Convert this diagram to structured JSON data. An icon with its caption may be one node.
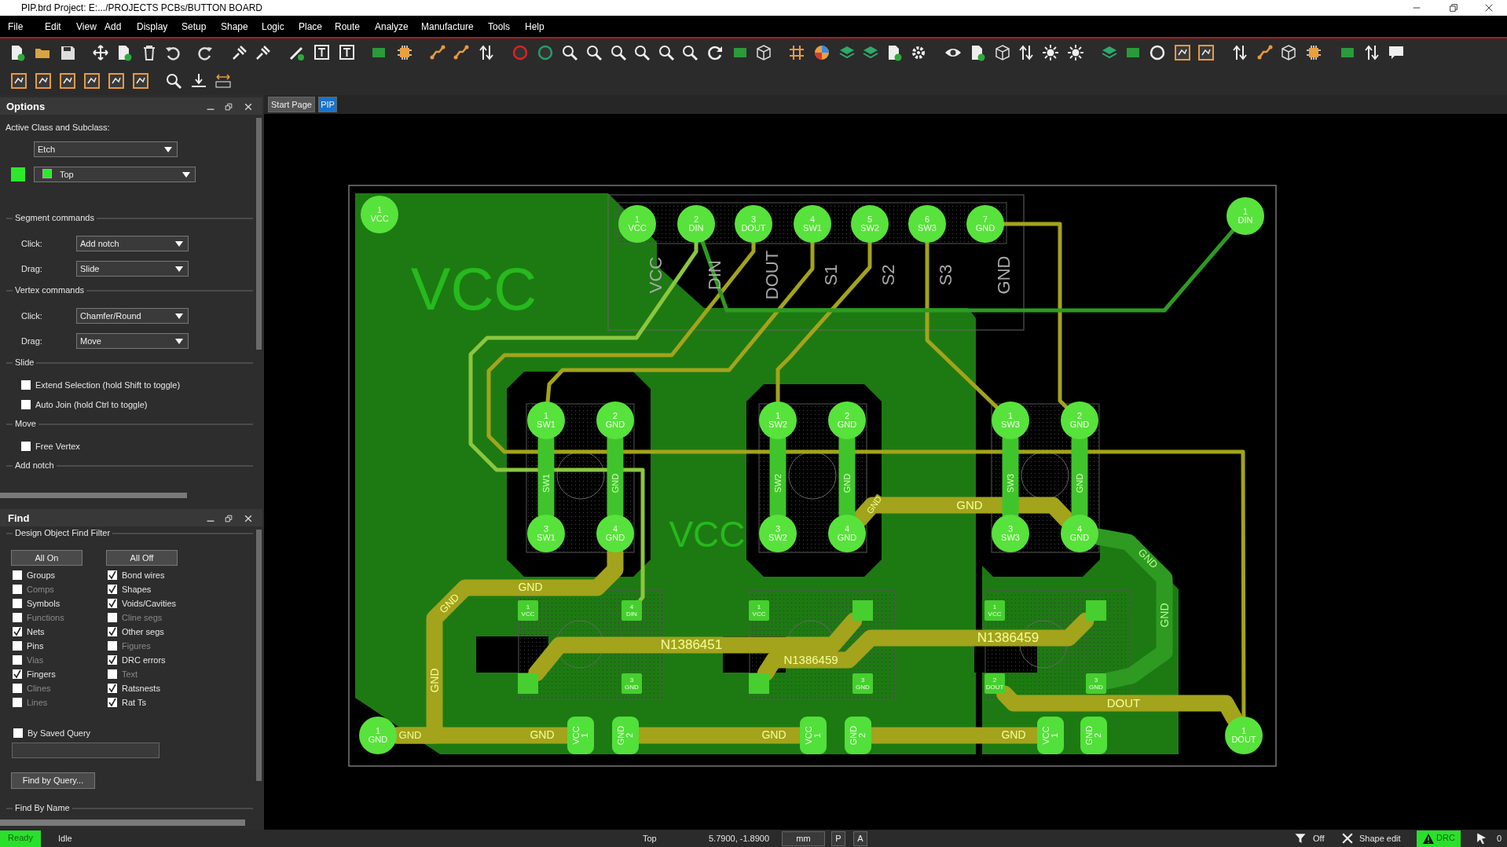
{
  "diagram": {
    "nodes": [
      {
        "text": [
          "1",
          "VCC"
        ]
      },
      {
        "text": [
          "2",
          "DIN"
        ]
      },
      {
        "text": [
          "3",
          "DOUT"
        ]
      },
      {
        "text": [
          "4",
          "SW1"
        ]
      },
      {
        "text": [
          "5",
          "SW2"
        ]
      },
      {
        "text": [
          "6",
          "SW3"
        ]
      },
      {
        "text": [
          "7",
          "GND"
        ]
      },
      {
        "text": [
          "1",
          "VCC"
        ]
      },
      {
        "text": [
          "1",
          "DIN"
        ]
      },
      {
        "text": [
          "1",
          "GND"
        ]
      },
      {
        "text": [
          "1",
          "DOUT"
        ]
      },
      {
        "text": [
          "1",
          "SW1"
        ]
      },
      {
        "text": [
          "2",
          "GND"
        ]
      },
      {
        "text": [
          "3",
          "SW1"
        ]
      },
      {
        "text": [
          "4",
          "GND"
        ]
      },
      {
        "text": [
          "1",
          "SW2"
        ]
      },
      {
        "text": [
          "2",
          "GND"
        ]
      },
      {
        "text": [
          "3",
          "SW2"
        ]
      },
      {
        "text": [
          "4",
          "GND"
        ]
      },
      {
        "text": [
          "1",
          "SW3"
        ]
      },
      {
        "text": [
          "2",
          "GND"
        ]
      },
      {
        "text": [
          "3",
          "SW3"
        ]
      },
      {
        "text": [
          "4",
          "GND"
        ]
      },
      {
        "text": [
          "1",
          "VCC"
        ]
      },
      {
        "text": [
          "4",
          "DIN"
        ]
      },
      {
        "text": [],
        "shape": "box"
      },
      {
        "text": [
          "3",
          "GND"
        ]
      },
      {
        "text": [
          "1",
          "VCC"
        ]
      },
      {
        "text": [],
        "shape": "box"
      },
      {
        "text": [],
        "shape": "box"
      },
      {
        "text": [
          "3",
          "GND"
        ]
      },
      {
        "text": [
          "1",
          "VCC"
        ]
      },
      {
        "text": [],
        "shape": "box"
      },
      {
        "text": [
          "2",
          "DOUT"
        ]
      },
      {
        "text": [
          "3",
          "GND"
        ]
      },
      {
        "text": [
          "VCC",
          "1"
        ]
      },
      {
        "text": [
          "GND",
          "2"
        ]
      },
      {
        "text": [
          "VCC",
          "1"
        ]
      },
      {
        "text": [
          "GND",
          "2"
        ]
      },
      {
        "text": [
          "VCC",
          "1"
        ]
      },
      {
        "text": [
          "GND",
          "2"
        ]
      }
    ],
    "edges": [
      {
        "from": 1,
        "to": 24,
        "arrow": "none",
        "color": "#8cc63f"
      },
      {
        "from": 2,
        "to": 10,
        "arrow": "none"
      },
      {
        "from": 3,
        "to": 11,
        "arrow": "none"
      },
      {
        "from": 4,
        "to": 15,
        "arrow": "none"
      },
      {
        "from": 5,
        "to": 19,
        "arrow": "none"
      },
      {
        "from": 6,
        "to": 20,
        "arrow": "none"
      },
      {
        "from": 8,
        "to": 1,
        "arrow": "none",
        "color": "#2e9a22"
      },
      {
        "from": 25,
        "to": 28,
        "arrow": "none",
        "label": "N1386451"
      },
      {
        "from": 29,
        "to": 32,
        "arrow": "none",
        "label": "N1386459"
      },
      {
        "from": 33,
        "to": 10,
        "arrow": "none",
        "label": "DOUT"
      },
      {
        "from": 14,
        "to": 9,
        "arrow": "none",
        "label": "GND"
      },
      {
        "from": 9,
        "to": 35,
        "arrow": "none",
        "label": "GND"
      },
      {
        "from": 36,
        "to": 37,
        "arrow": "none",
        "label": "GND"
      },
      {
        "from": 38,
        "to": 39,
        "arrow": "none",
        "label": "GND"
      },
      {
        "from": 18,
        "to": 22,
        "arrow": "none",
        "label": "GND"
      },
      {
        "from": 22,
        "to": 34,
        "arrow": "none",
        "color": "#2e9a22"
      },
      {
        "from": 11,
        "to": 13,
        "arrow": "none",
        "label": "SW1",
        "color": "#40c42c"
      },
      {
        "from": 12,
        "to": 14,
        "arrow": "none",
        "label": "GND",
        "color": "#40c42c"
      },
      {
        "from": 15,
        "to": 17,
        "arrow": "none",
        "label": "SW2",
        "color": "#40c42c"
      },
      {
        "from": 16,
        "to": 18,
        "arrow": "none",
        "label": "GND",
        "color": "#40c42c"
      },
      {
        "from": 19,
        "to": 21,
        "arrow": "none",
        "label": "SW3",
        "color": "#40c42c"
      },
      {
        "from": 20,
        "to": 22,
        "arrow": "none",
        "label": "GND",
        "color": "#40c42c"
      }
    ],
    "labels": [
      "PIP.brd  Project: E:.../PROJECTS PCBs/BUTTON BOARD",
      "File",
      "Edit",
      "View",
      "Add",
      "Display",
      "Setup",
      "Shape",
      "Logic",
      "Place",
      "Route",
      "Analyze",
      "Manufacture",
      "Tools",
      "Help",
      "Options",
      "Active Class and Subclass:",
      "Etch",
      "Top",
      "Segment commands",
      "Click:",
      "Add notch",
      "Drag:",
      "Slide",
      "Vertex commands",
      "Click:",
      "Chamfer/Round",
      "Drag:",
      "Move",
      "Slide",
      "Extend Selection (hold Shift to toggle)",
      "Auto Join (hold Ctrl to toggle)",
      "Move",
      "Free Vertex",
      "Add notch",
      "Find",
      "Design Object Find Filter",
      "All On",
      "All Off",
      "Groups",
      "Bond wires",
      "Comps",
      "Shapes",
      "Symbols",
      "Voids/Cavities",
      "Functions",
      "Cline segs",
      "Nets",
      "Other segs",
      "Pins",
      "Figures",
      "Vias",
      "DRC errors",
      "Fingers",
      "Text",
      "Clines",
      "Ratsnests",
      "Lines",
      "Rat Ts",
      "By Saved Query",
      "Find by Query...",
      "Find By Name",
      "Start Page",
      "PIP",
      "Ready",
      "Idle",
      "Top",
      "5.7900, -1.8900",
      "mm",
      "P",
      "A",
      "Off",
      "Shape edit",
      "DRC",
      "0",
      "VCC",
      "VCC",
      "VCC",
      "DIN",
      "DOUT",
      "S1",
      "S2",
      "S3",
      "GND",
      "GND",
      "GND",
      "GND",
      "GND",
      "GND",
      "GND",
      "N1386459"
    ]
  }
}
